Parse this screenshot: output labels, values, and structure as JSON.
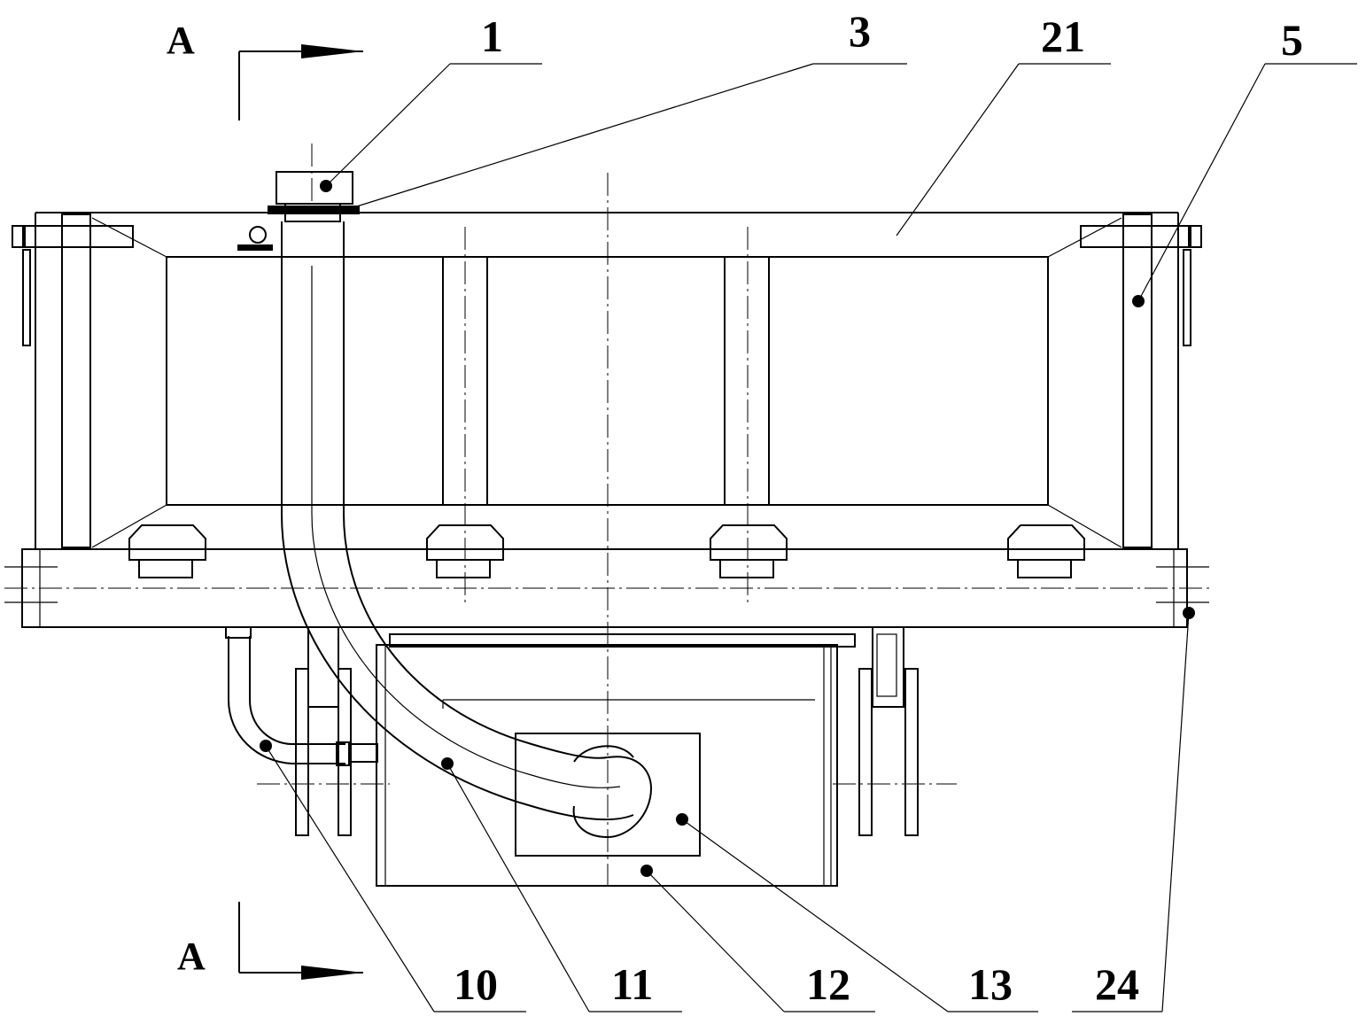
{
  "section": {
    "mark_top": "A",
    "mark_bottom": "A"
  },
  "callouts": [
    {
      "id": "c1",
      "text": "1"
    },
    {
      "id": "c3",
      "text": "3"
    },
    {
      "id": "c21",
      "text": "21"
    },
    {
      "id": "c5",
      "text": "5"
    },
    {
      "id": "c10",
      "text": "10"
    },
    {
      "id": "c11",
      "text": "11"
    },
    {
      "id": "c12",
      "text": "12"
    },
    {
      "id": "c13",
      "text": "13"
    },
    {
      "id": "c24",
      "text": "24"
    }
  ]
}
